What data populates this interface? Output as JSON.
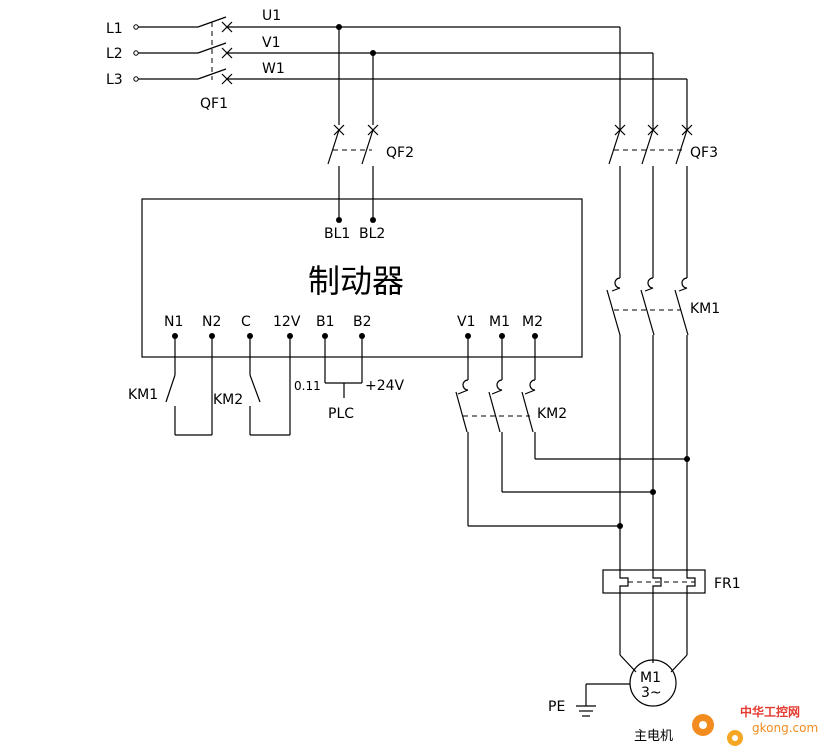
{
  "labels": {
    "L1": "L1",
    "L2": "L2",
    "L3": "L3",
    "U1": "U1",
    "V1": "V1",
    "W1": "W1",
    "QF1": "QF1",
    "QF2": "QF2",
    "QF3": "QF3",
    "BL1": "BL1",
    "BL2": "BL2",
    "unit_title": "制动器",
    "N1": "N1",
    "N2": "N2",
    "C": "C",
    "V12": "12V",
    "B1": "B1",
    "B2": "B2",
    "V1b": "V1",
    "M1": "M1",
    "M2": "M2",
    "KM1_ctrl": "KM1",
    "KM2_ctrl": "KM2",
    "plc_011": "0.11",
    "plc_24v": "+24V",
    "PLC": "PLC",
    "KM2_main": "KM2",
    "KM1_main": "KM1",
    "FR1": "FR1",
    "motor_M1": "M1",
    "motor_3": "3~",
    "PE": "PE",
    "motor_caption": "主电机"
  },
  "watermark": {
    "text": "中华工控网",
    "url": "gkong.com",
    "color_orange": "#f28c1e",
    "color_red": "#e53a2f"
  },
  "icons": {
    "gear": "gear-icon"
  }
}
